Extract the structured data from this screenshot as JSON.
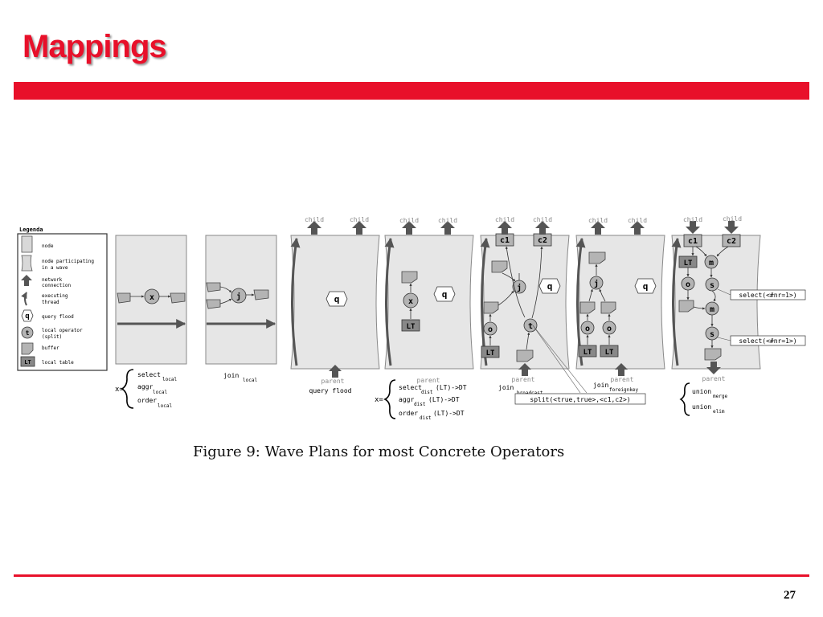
{
  "slide": {
    "title": "Mappings",
    "page_number": "27",
    "caption": "Figure 9: Wave Plans for most Concrete Operators"
  },
  "colors": {
    "accent": "#e8102a",
    "panel": "#e6e6e6",
    "node": "#b4b4b4"
  },
  "legend": {
    "title": "Legenda",
    "items": [
      {
        "icon": "node-icon",
        "label1": "node",
        "label2": ""
      },
      {
        "icon": "wave-node-icon",
        "label1": "node participating",
        "label2": "in a wave"
      },
      {
        "icon": "network-arrow-icon",
        "label1": "network",
        "label2": "connection"
      },
      {
        "icon": "thread-arrow-icon",
        "label1": "executing",
        "label2": "thread"
      },
      {
        "icon": "query-flood-icon",
        "label1": "query flood",
        "label2": ""
      },
      {
        "icon": "local-operator-icon",
        "label1": "local operator",
        "label2": "(split)"
      },
      {
        "icon": "buffer-icon",
        "label1": "buffer",
        "label2": ""
      },
      {
        "icon": "local-table-icon",
        "label1": "local table",
        "label2": ""
      }
    ]
  },
  "glyphs": {
    "q": "q",
    "x": "x",
    "j": "j",
    "t": "t",
    "o": "o",
    "m": "m",
    "s": "s",
    "LT": "LT",
    "c1": "c1",
    "c2": "c2"
  },
  "labels": {
    "child": "child",
    "parent": "parent",
    "x_eq": "x=",
    "x_eq2": "x="
  },
  "text": {
    "p1_select": "select",
    "p1_select_sub": "local",
    "p1_aggr": "aggr",
    "p1_aggr_sub": "local",
    "p1_order": "order",
    "p1_order_sub": "local",
    "p2_join": "join",
    "p2_join_sub": "local",
    "p3_query_flood": "query flood",
    "p4_select": "select",
    "p4_select_sub": "dist",
    "p4_select_tail": "(LT)->DT",
    "p4_aggr": "aggr",
    "p4_aggr_sub": "dist",
    "p4_aggr_tail": "(LT)->DT",
    "p4_order": "order",
    "p4_order_sub": "dist",
    "p4_order_tail": "(LT)->DT",
    "p5_join": "join",
    "p5_join_sub": "broadcast",
    "p5_split": "split(<true,true>,<c1,c2>)",
    "p6_join": "join",
    "p6_join_sub": "foreignkey",
    "p7_union_merge": "union",
    "p7_union_merge_sub": "merge",
    "p7_union_elim": "union",
    "p7_union_elim_sub": "elim",
    "p7_select1": "select(<#nr=1>)",
    "p7_select2": "select(<#nr=1>)"
  }
}
